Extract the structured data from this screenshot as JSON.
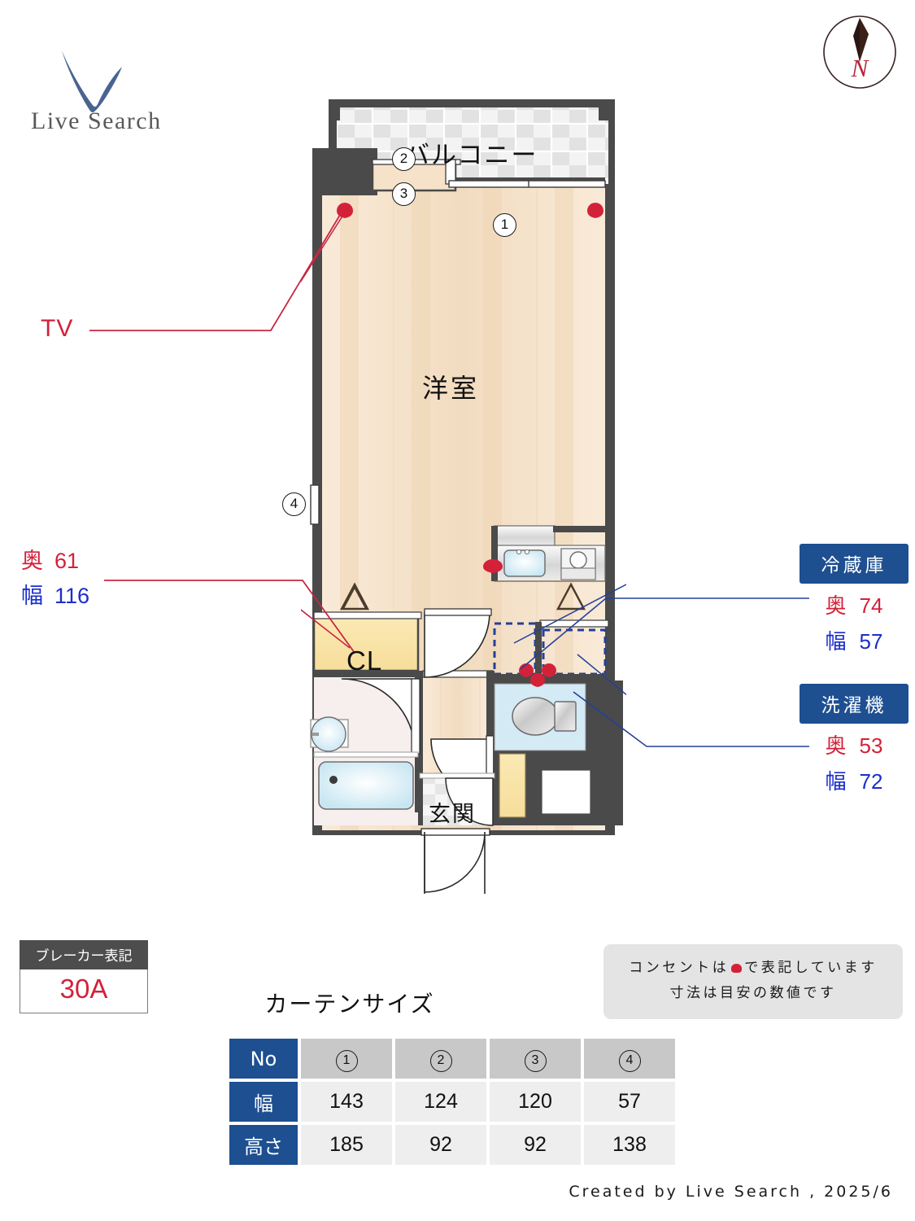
{
  "brand": {
    "logo_text": "Live Search",
    "logo_icon": "checkmark-v-logo"
  },
  "compass": {
    "north_label": "N",
    "icon": "compass-needle-icon"
  },
  "plan": {
    "rooms": {
      "balcony": "バルコニー",
      "main_room": "洋室",
      "entrance": "玄関",
      "closet": "CL"
    },
    "window_markers": [
      "1",
      "2",
      "3",
      "4"
    ]
  },
  "callouts": {
    "tv": {
      "label": "TV",
      "color": "#d4213a"
    },
    "closet_dims": {
      "depth_label": "奥",
      "depth_value": "61",
      "width_label": "幅",
      "width_value": "116"
    }
  },
  "appliances": [
    {
      "name": "refrigerator",
      "title": "冷蔵庫",
      "depth_label": "奥",
      "depth_value": "74",
      "width_label": "幅",
      "width_value": "57"
    },
    {
      "name": "washing-machine",
      "title": "洗濯機",
      "depth_label": "奥",
      "depth_value": "53",
      "width_label": "幅",
      "width_value": "72"
    }
  ],
  "breaker": {
    "title": "ブレーカー表記",
    "value": "30A"
  },
  "notes": {
    "line1_before": "コンセントは",
    "line1_after": "で表記しています",
    "line2": "寸法は目安の数値です"
  },
  "curtain": {
    "title": "カーテンサイズ",
    "row_headers": [
      "No",
      "幅",
      "高さ"
    ],
    "numbers": [
      "1",
      "2",
      "3",
      "4"
    ],
    "widths": [
      "143",
      "124",
      "120",
      "57"
    ],
    "heights": [
      "185",
      "92",
      "92",
      "138"
    ]
  },
  "footer": {
    "text": "Created by Live Search , 2025/6"
  },
  "colors": {
    "accent_blue": "#1d4f91",
    "accent_red": "#d4213a",
    "dim_blue": "#1a2ecb",
    "wall_dark": "#4a4a4a",
    "floor_tan": "#f6e2c8"
  }
}
